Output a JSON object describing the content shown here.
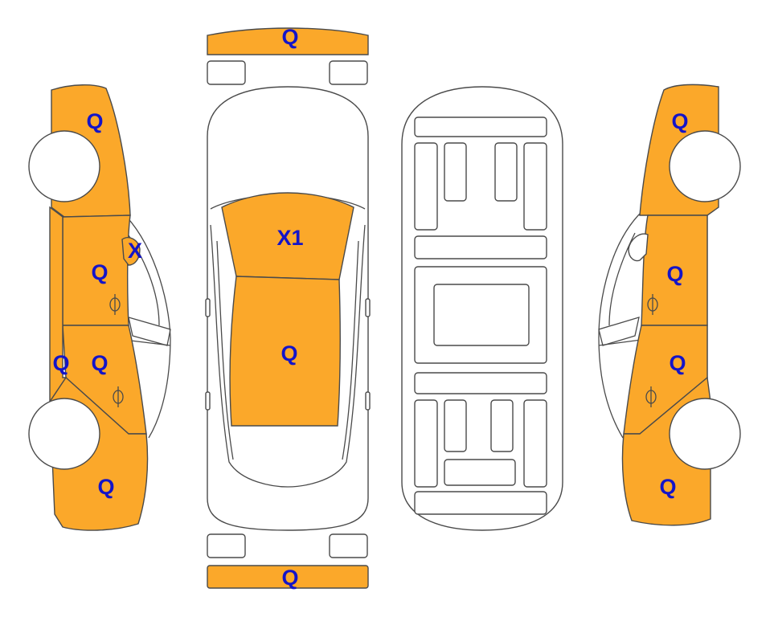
{
  "colors": {
    "damaged_fill": "#FBA82A",
    "label_color": "#1414C8",
    "outline": "#4a4a4a",
    "background": "#ffffff"
  },
  "labels": {
    "front_bumper": "Q",
    "hood": "X1",
    "roof": "Q",
    "rear_bumper": "Q",
    "left_front_fender": "Q",
    "left_front_door": "Q",
    "left_mirror": "X",
    "left_rocker": "Q",
    "left_rear_door": "Q",
    "left_rear_quarter": "Q",
    "right_front_fender": "Q",
    "right_front_door": "Q",
    "right_rear_door": "Q",
    "right_rear_quarter": "Q"
  }
}
